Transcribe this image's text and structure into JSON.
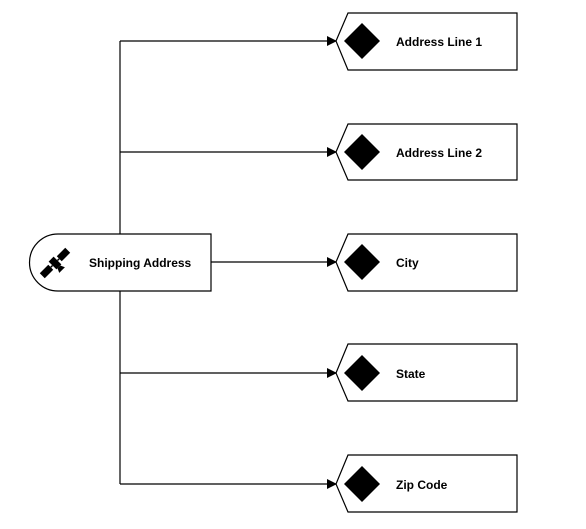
{
  "diagram": {
    "root": {
      "label": "Shipping Address",
      "icon": "satellite-icon"
    },
    "children": [
      {
        "label": "Address Line 1",
        "icon": "diamond-icon"
      },
      {
        "label": "Address Line 2",
        "icon": "diamond-icon"
      },
      {
        "label": "City",
        "icon": "diamond-icon"
      },
      {
        "label": "State",
        "icon": "diamond-icon"
      },
      {
        "label": "Zip Code",
        "icon": "diamond-icon"
      }
    ],
    "colors": {
      "stroke": "#000000",
      "fill": "#ffffff",
      "icon": "#000000"
    }
  }
}
